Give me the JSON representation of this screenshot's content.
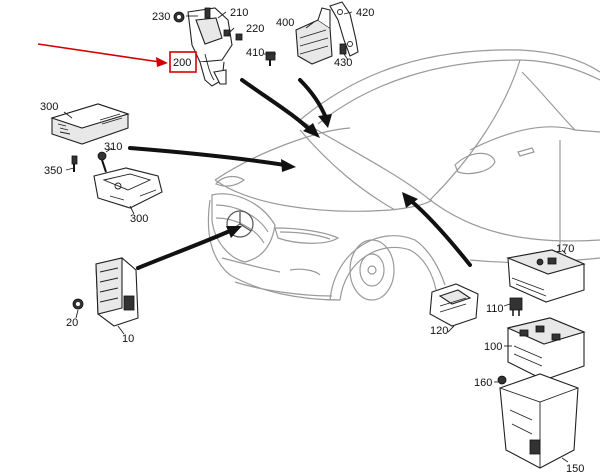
{
  "diagram": {
    "highlighted_part": "200",
    "highlight_color": "#d40000",
    "labels": {
      "p230": "230",
      "p210": "210",
      "p220": "220",
      "p200": "200",
      "p400": "400",
      "p420": "420",
      "p410": "410",
      "p430": "430",
      "p300a": "300",
      "p350": "350",
      "p310": "310",
      "p300b": "300",
      "p20": "20",
      "p10": "10",
      "p170": "170",
      "p110": "110",
      "p120": "120",
      "p100": "100",
      "p160": "160",
      "p150": "150"
    }
  }
}
